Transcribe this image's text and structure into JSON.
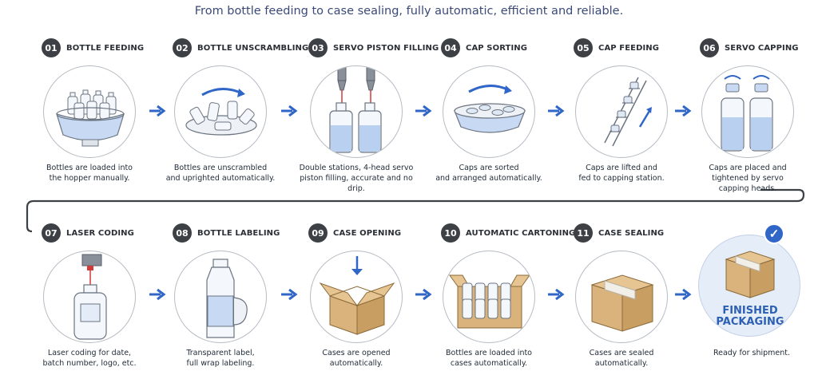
{
  "headline": "From bottle feeding to case sealing, fully automatic, efficient and reliable.",
  "steps": [
    {
      "num": "01",
      "title": "BOTTLE FEEDING",
      "caption": "Bottles are loaded into\nthe hopper manually."
    },
    {
      "num": "02",
      "title": "BOTTLE UNSCRAMBLING",
      "caption": "Bottles are unscrambled\nand uprighted automatically."
    },
    {
      "num": "03",
      "title": "SERVO PISTON FILLING",
      "caption": "Double stations, 4-head servo\npiston filling, accurate and no drip."
    },
    {
      "num": "04",
      "title": "CAP SORTING",
      "caption": "Caps are sorted\nand arranged automatically."
    },
    {
      "num": "05",
      "title": "CAP FEEDING",
      "caption": "Caps are lifted and\nfed to capping station."
    },
    {
      "num": "06",
      "title": "SERVO CAPPING",
      "caption": "Caps are placed and\ntightened by servo\ncapping heads."
    },
    {
      "num": "07",
      "title": "LASER CODING",
      "caption": "Laser coding for date,\nbatch number, logo, etc."
    },
    {
      "num": "08",
      "title": "BOTTLE LABELING",
      "caption": "Transparent label,\nfull wrap labeling."
    },
    {
      "num": "09",
      "title": "CASE OPENING",
      "caption": "Cases are opened\nautomatically."
    },
    {
      "num": "10",
      "title": "AUTOMATIC CARTONING",
      "caption": "Bottles are loaded into\ncases automatically."
    },
    {
      "num": "11",
      "title": "CASE SEALING",
      "caption": "Cases are sealed\nautomatically."
    }
  ],
  "final": {
    "label_line1": "FINISHED",
    "label_line2": "PACKAGING",
    "caption": "Ready for shipment.",
    "check_icon": "check-icon"
  },
  "colors": {
    "accent_blue": "#2f66c7",
    "number_badge": "#3d4146",
    "liquid": "#b9d0f0",
    "cardboard": "#d9b27c"
  }
}
